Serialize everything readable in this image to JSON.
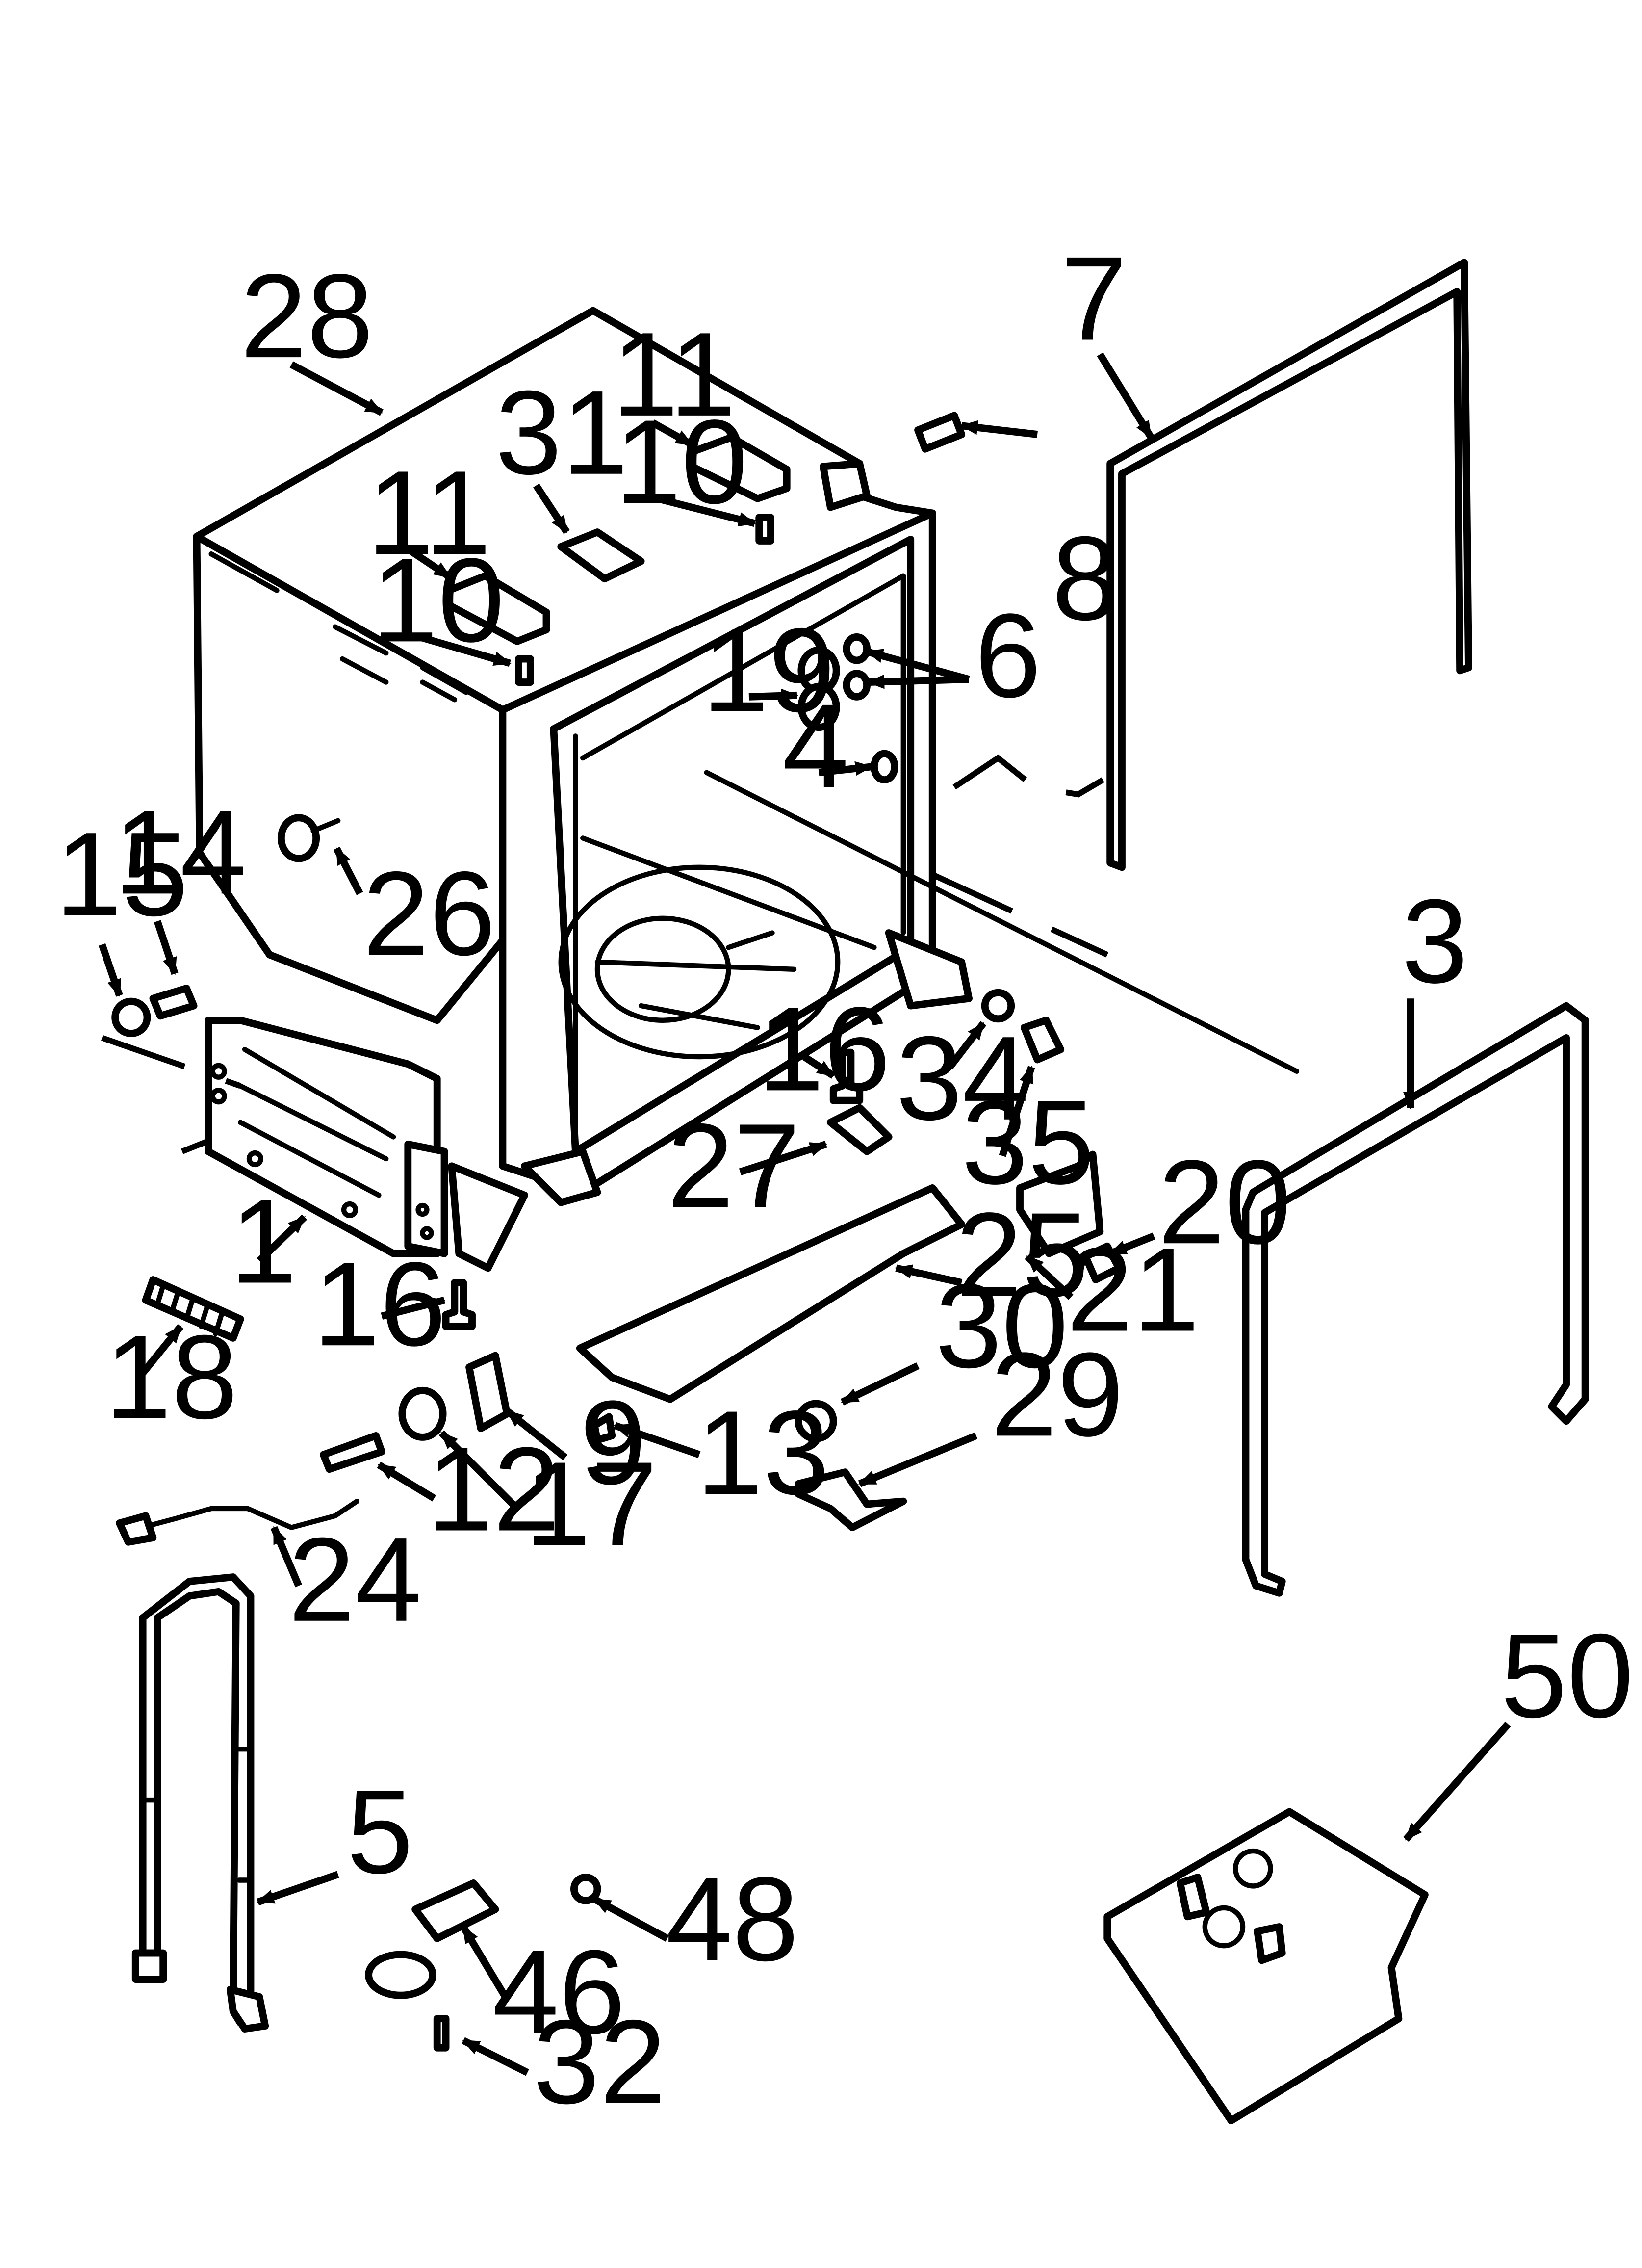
{
  "diagram": {
    "type": "exploded-parts-diagram",
    "part_labels": {
      "p1": "1",
      "p3": "3",
      "p4": "4",
      "p5": "5",
      "p6": "6",
      "p7": "7",
      "p8": "8",
      "p9": "9",
      "p10a": "10",
      "p10b": "10",
      "p11a": "11",
      "p11b": "11",
      "p12": "12",
      "p13": "13",
      "p14": "14",
      "p15": "15",
      "p16a": "16",
      "p16b": "16",
      "p17": "17",
      "p18": "18",
      "p19": "19",
      "p20": "20",
      "p21": "21",
      "p24": "24",
      "p25": "25",
      "p26": "26",
      "p27": "27",
      "p28": "28",
      "p29": "29",
      "p30": "30",
      "p31": "31",
      "p32": "32",
      "p34": "34",
      "p35": "35",
      "p46": "46",
      "p48": "48",
      "p50": "50"
    }
  }
}
